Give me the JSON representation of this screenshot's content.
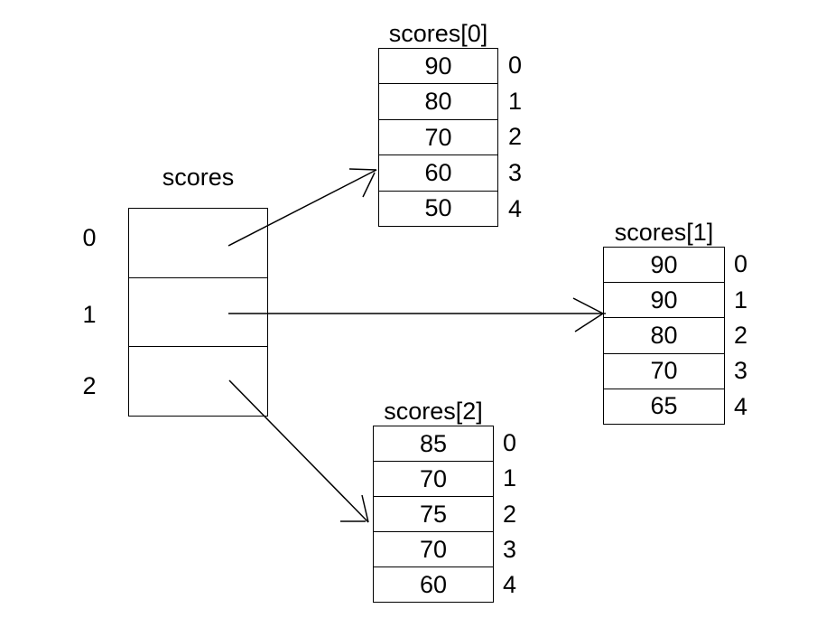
{
  "colors": {
    "background": "#ffffff",
    "line": "#000000",
    "text": "#000000"
  },
  "main_array": {
    "title": "scores",
    "indices": [
      "0",
      "1",
      "2"
    ]
  },
  "sub_arrays": [
    {
      "title": "scores[0]",
      "values": [
        "90",
        "80",
        "70",
        "60",
        "50"
      ],
      "indices": [
        "0",
        "1",
        "2",
        "3",
        "4"
      ]
    },
    {
      "title": "scores[1]",
      "values": [
        "90",
        "90",
        "80",
        "70",
        "65"
      ],
      "indices": [
        "0",
        "1",
        "2",
        "3",
        "4"
      ]
    },
    {
      "title": "scores[2]",
      "values": [
        "85",
        "70",
        "75",
        "70",
        "60"
      ],
      "indices": [
        "0",
        "1",
        "2",
        "3",
        "4"
      ]
    }
  ]
}
